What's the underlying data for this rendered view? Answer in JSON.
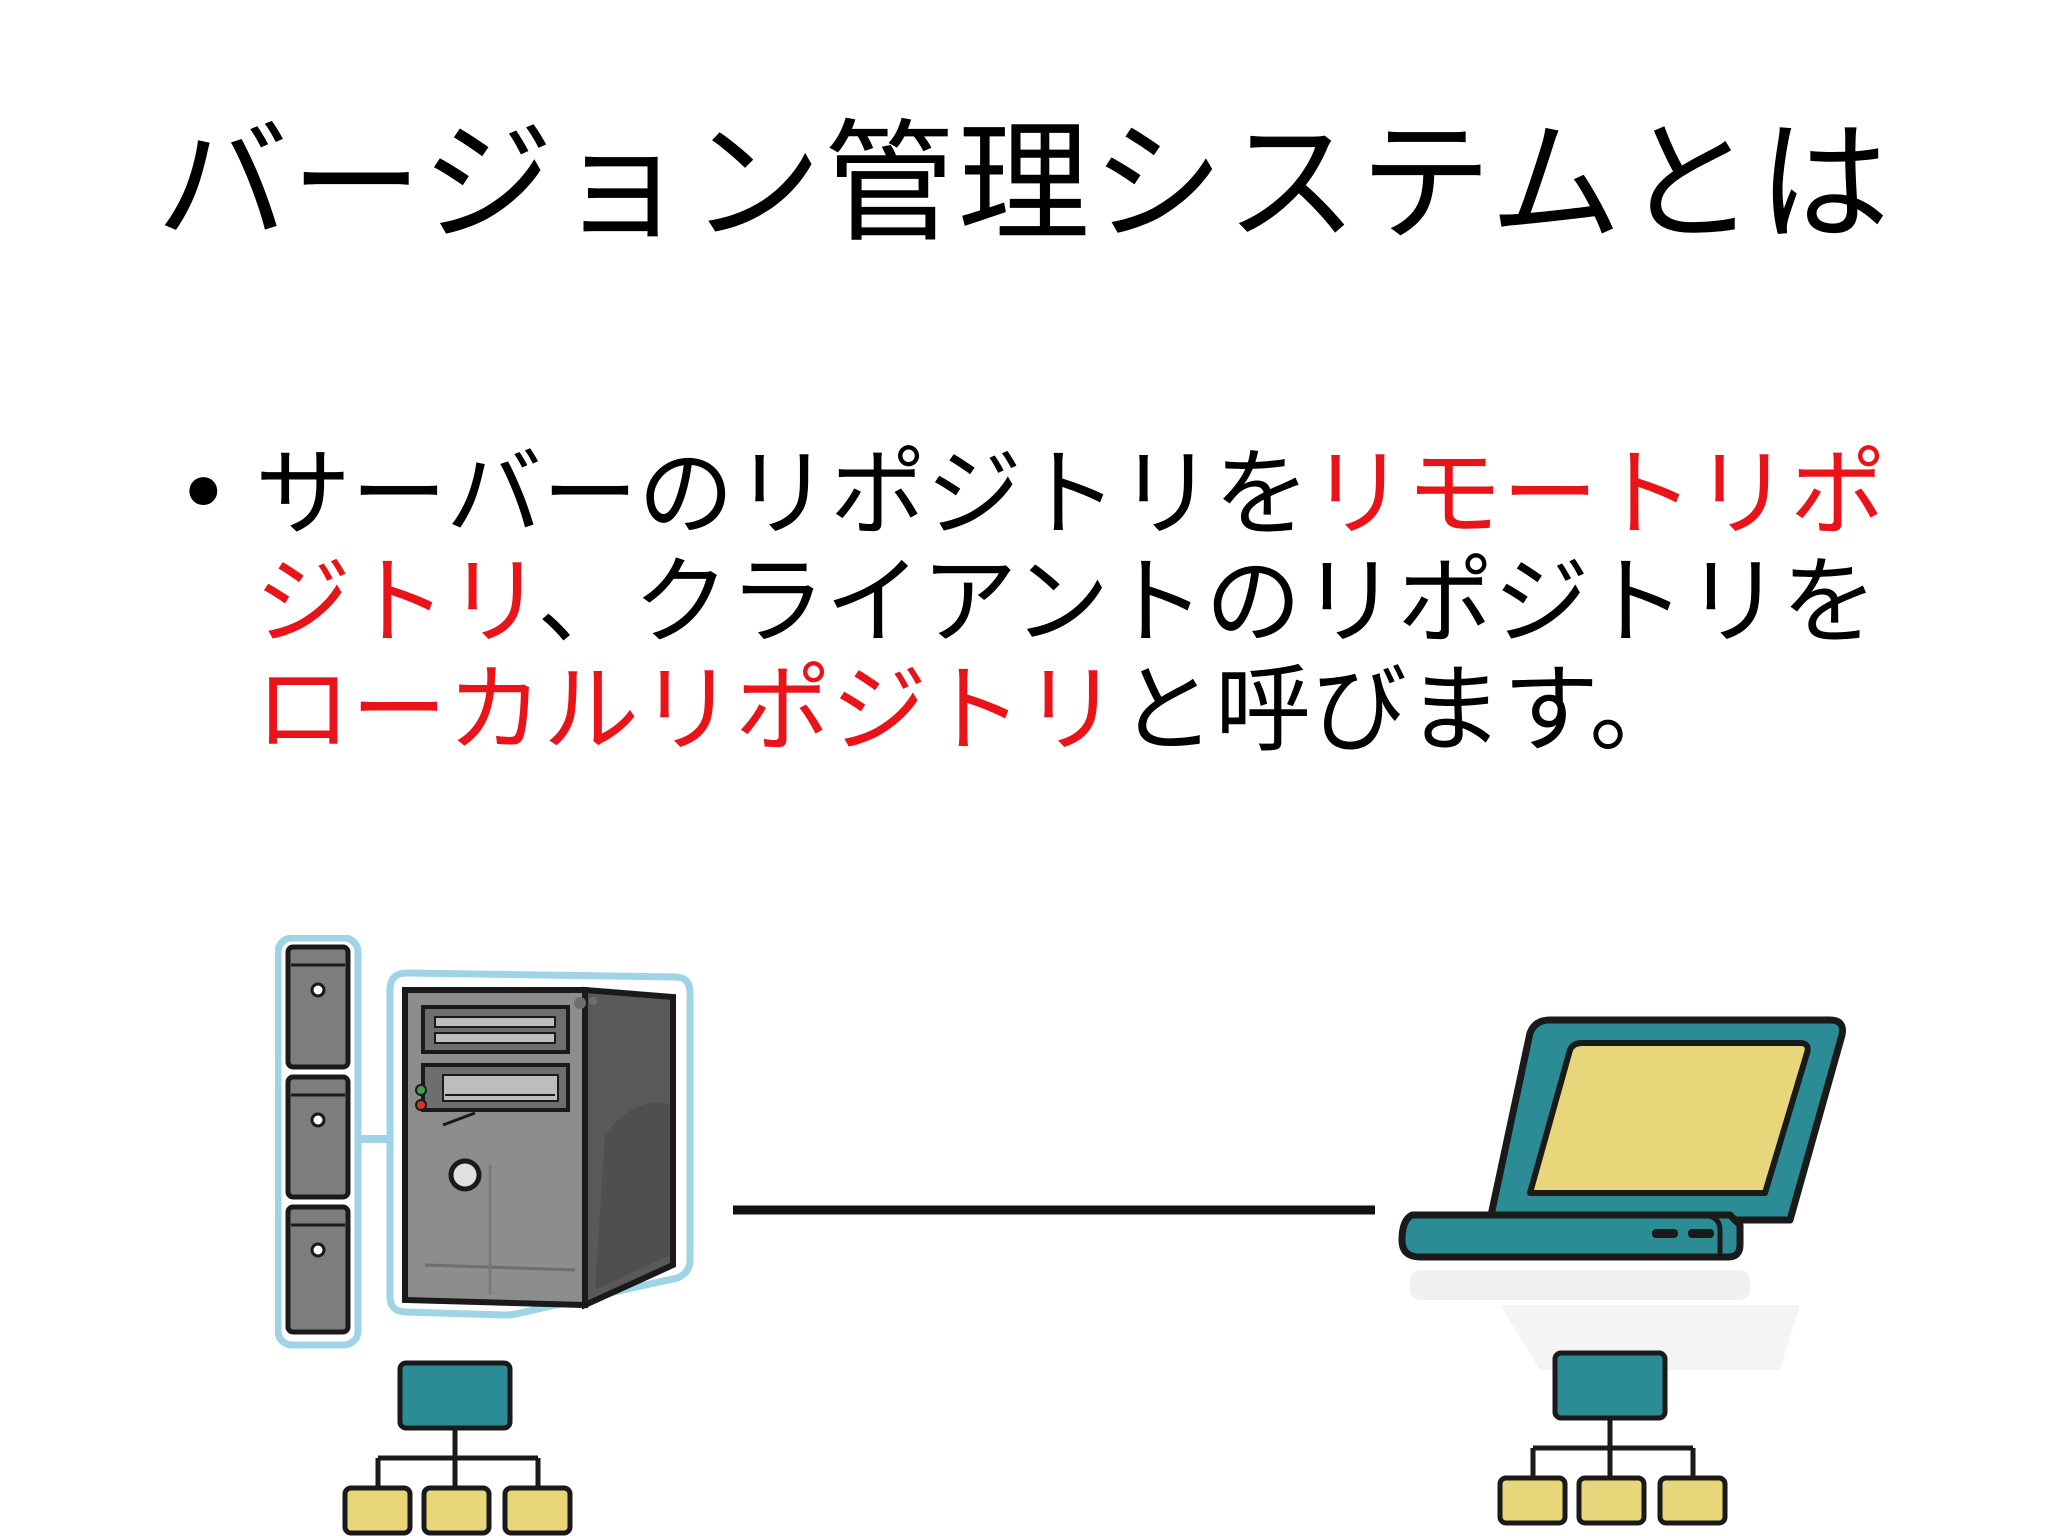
{
  "slide": {
    "title": "バージョン管理システムとは",
    "bullet_symbol": "•",
    "body": {
      "t1": "サーバーのリポジトリを",
      "t2": "リモートリポジトリ",
      "t3": "、クライアントのリポジトリを",
      "t4": "ローカルリポジトリ",
      "t5": "と呼びます。"
    }
  },
  "colors": {
    "highlight": "#e8141a",
    "teal": "#2b8c96",
    "yellow": "#e8d77a",
    "server_gray": "#8a8a8a",
    "server_outline": "#9fd3e6"
  },
  "icons": {
    "server": "server-tower-icon",
    "laptop": "laptop-icon",
    "server_repo": "repository-tree-icon",
    "client_repo": "repository-tree-icon"
  }
}
